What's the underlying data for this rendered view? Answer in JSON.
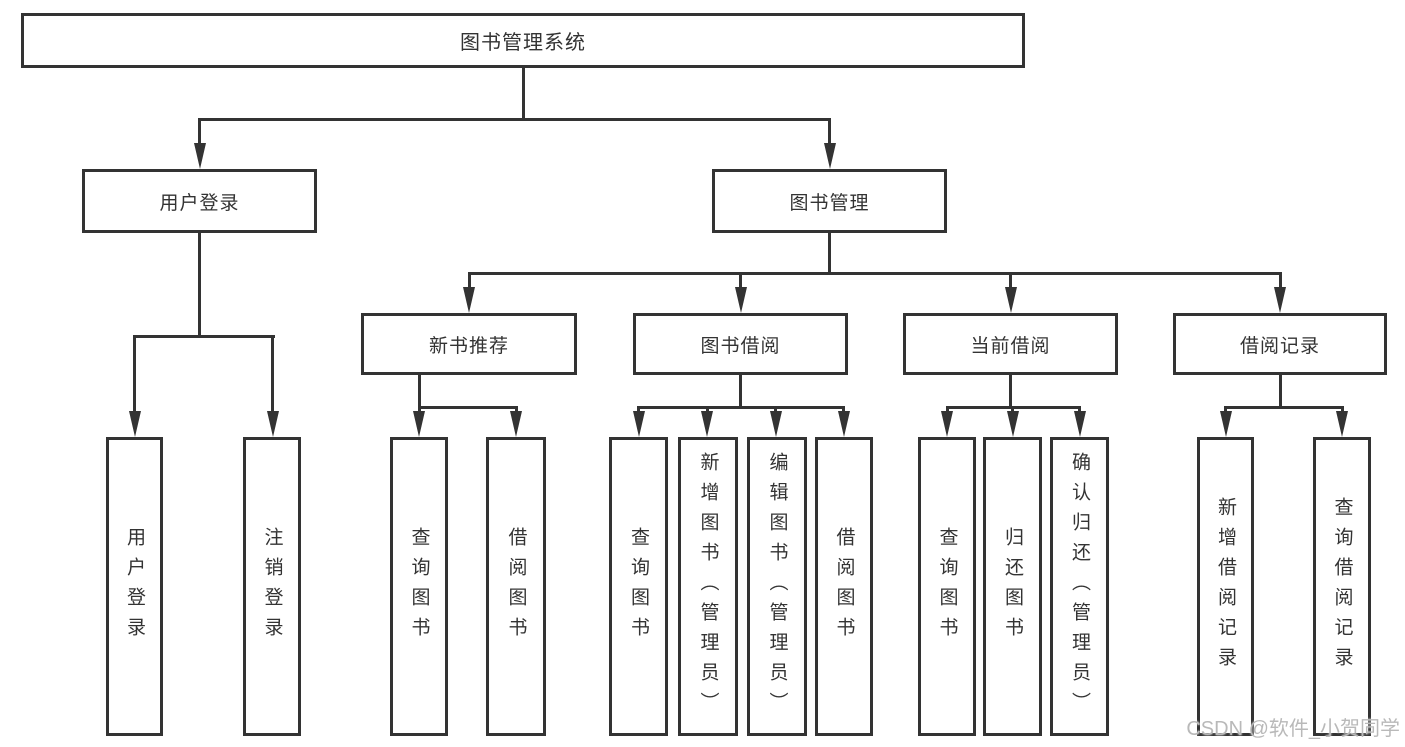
{
  "diagram": {
    "title": "图书管理系统",
    "nodes": {
      "root": "图书管理系统",
      "user_login": "用户登录",
      "book_mgmt": "图书管理",
      "new_book_rec": "新书推荐",
      "book_borrow": "图书借阅",
      "current_borrow": "当前借阅",
      "borrow_record": "借阅记录",
      "ul_login": "用户登录",
      "ul_logout": "注销登录",
      "nb_query": "查询图书",
      "nb_borrow": "借阅图书",
      "bb_query": "查询图书",
      "bb_add": "新增图书（管理员）",
      "bb_edit": "编辑图书（管理员）",
      "bb_borrow": "借阅图书",
      "cb_query": "查询图书",
      "cb_return": "归还图书",
      "cb_confirm": "确认归还（管理员）",
      "br_add": "新增借阅记录",
      "br_query": "查询借阅记录"
    },
    "hierarchy": {
      "图书管理系统": {
        "用户登录": [
          "用户登录",
          "注销登录"
        ],
        "图书管理": {
          "新书推荐": [
            "查询图书",
            "借阅图书"
          ],
          "图书借阅": [
            "查询图书",
            "新增图书（管理员）",
            "编辑图书（管理员）",
            "借阅图书"
          ],
          "当前借阅": [
            "查询图书",
            "归还图书",
            "确认归还（管理员）"
          ],
          "借阅记录": [
            "新增借阅记录",
            "查询借阅记录"
          ]
        }
      }
    }
  },
  "watermark": "CSDN @软件_小贺同学",
  "colors": {
    "line": "#333333",
    "text": "#333333",
    "watermark": "#b9b9b9",
    "background": "#ffffff"
  }
}
